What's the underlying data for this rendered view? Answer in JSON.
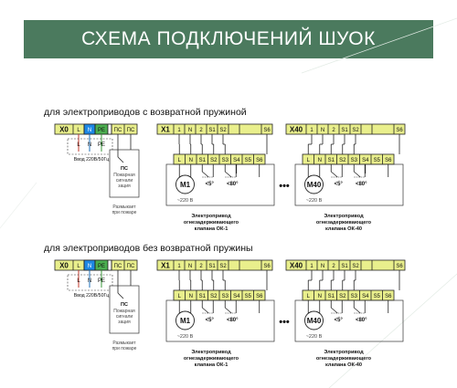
{
  "header": {
    "title": "СХЕМА ПОДКЛЮЧЕНИЙ  ШУОК"
  },
  "sections": [
    {
      "heading": "для электроприводов с возвратной пружиной"
    },
    {
      "heading": "для электроприводов без возвратной пружины"
    }
  ],
  "x0_panel": {
    "id": "X0",
    "terminals": [
      "L",
      "N",
      "PE",
      "",
      "ПС",
      "ПС"
    ],
    "labels": [
      "L",
      "N",
      "PE"
    ],
    "input_label": "Ввод 220В/50Гц",
    "ps_box": {
      "title": "ПС",
      "lines": [
        "Пожарная",
        "сигнали",
        "зация"
      ]
    },
    "ps_caption": [
      "Размыкает",
      "при пожаре"
    ]
  },
  "ellipsis": "•••",
  "valve_blocks": [
    {
      "id": "X1",
      "motor": "M1",
      "voltage": "~220 В",
      "caption": [
        "Электропривод",
        "огнезадерживающего",
        "клапана ОК-1"
      ]
    },
    {
      "id": "X40",
      "motor": "M40",
      "voltage": "~220 В",
      "caption": [
        "Электропривод",
        "огнезадерживающего",
        "клапана ОК-40"
      ]
    }
  ],
  "top_terminals": [
    "1",
    "N",
    "2",
    "S1",
    "S2",
    "",
    "",
    "S6"
  ],
  "bottom_terminals": [
    "L",
    "N",
    "S1",
    "S2",
    "S3",
    "S4",
    "S5",
    "S6"
  ],
  "switch_labels": {
    "a": "<5°",
    "b": "<80°"
  },
  "colors": {
    "header": "#4b7a5e",
    "terminal": "#e9ef8c",
    "l_wire": "#1e6fb8",
    "n_wire": "#1e6fb8",
    "pe_wire": "#3a9a3a",
    "pe_fill": "#4caf50",
    "n_fill": "#1e88e5"
  }
}
